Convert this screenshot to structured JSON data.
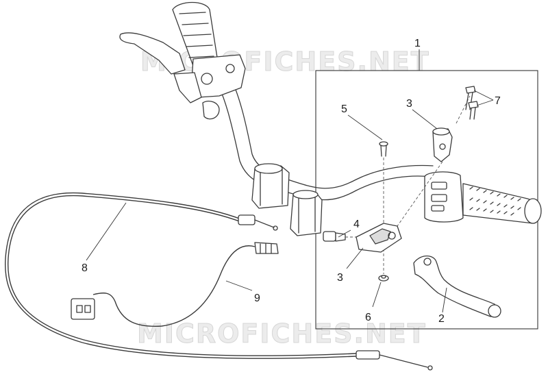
{
  "watermark_text": "MICROFICHES.NET",
  "callouts": [
    {
      "id": "callout-1",
      "text": "1"
    },
    {
      "id": "callout-2",
      "text": "2"
    },
    {
      "id": "callout-3-top",
      "text": "3"
    },
    {
      "id": "callout-3-bottom",
      "text": "3"
    },
    {
      "id": "callout-4",
      "text": "4"
    },
    {
      "id": "callout-5",
      "text": "5"
    },
    {
      "id": "callout-6",
      "text": "6"
    },
    {
      "id": "callout-7",
      "text": "7"
    },
    {
      "id": "callout-8",
      "text": "8"
    },
    {
      "id": "callout-9",
      "text": "9"
    }
  ]
}
